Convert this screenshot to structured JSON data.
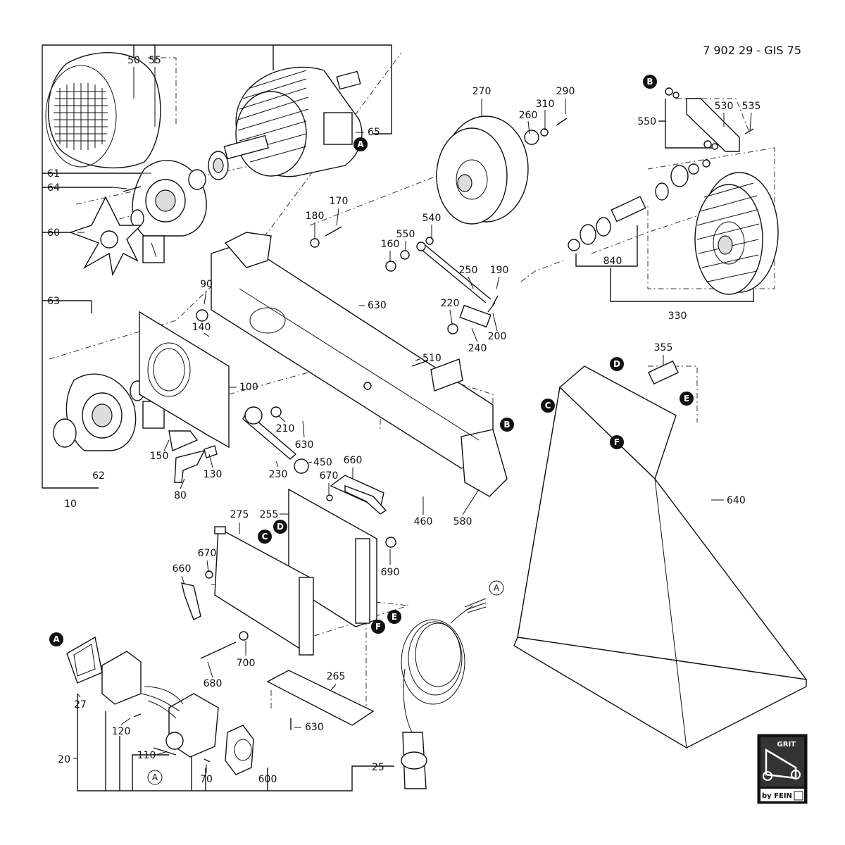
{
  "doc_number": "7 902 29 - GIS 75",
  "logo": {
    "brand": "GRIT",
    "maker": "by FEIN"
  },
  "markers": [
    {
      "letter": "A",
      "style": "filled"
    },
    {
      "letter": "B",
      "style": "filled"
    },
    {
      "letter": "B",
      "style": "filled"
    },
    {
      "letter": "C",
      "style": "filled"
    },
    {
      "letter": "C",
      "style": "filled"
    },
    {
      "letter": "D",
      "style": "filled"
    },
    {
      "letter": "D",
      "style": "filled"
    },
    {
      "letter": "E",
      "style": "filled"
    },
    {
      "letter": "E",
      "style": "filled"
    },
    {
      "letter": "F",
      "style": "filled"
    },
    {
      "letter": "F",
      "style": "filled"
    },
    {
      "letter": "A",
      "style": "filled"
    },
    {
      "letter": "A",
      "style": "outline"
    },
    {
      "letter": "A",
      "style": "outline"
    }
  ],
  "labels": [
    "50",
    "55",
    "65",
    "61",
    "64",
    "60",
    "63",
    "62",
    "10",
    "270",
    "260",
    "310",
    "290",
    "550",
    "530",
    "535",
    "840",
    "330",
    "180",
    "170",
    "540",
    "550",
    "160",
    "250",
    "190",
    "90",
    "140",
    "630",
    "220",
    "240",
    "200",
    "510",
    "100",
    "210",
    "630",
    "150",
    "130",
    "80",
    "230",
    "450",
    "660",
    "670",
    "580",
    "460",
    "355",
    "640",
    "275",
    "255",
    "670",
    "660",
    "690",
    "700",
    "680",
    "265",
    "630",
    "27",
    "20",
    "120",
    "110",
    "70",
    "600",
    "25"
  ]
}
